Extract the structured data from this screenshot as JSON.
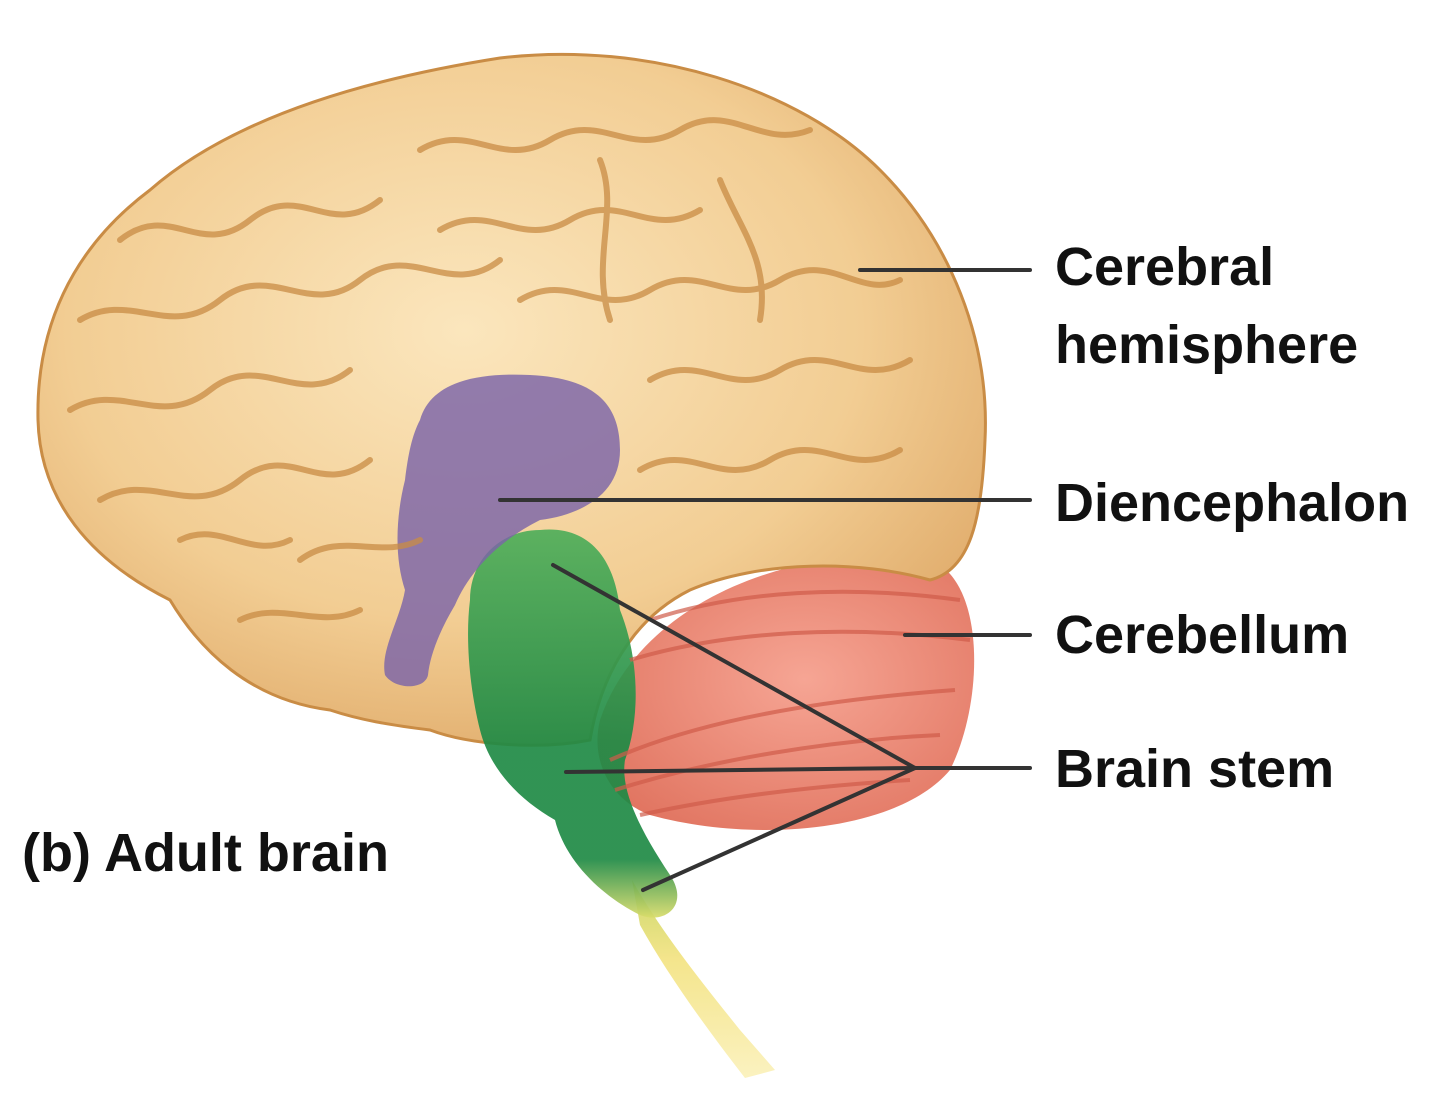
{
  "figure": {
    "caption": "(b) Adult brain",
    "labels": {
      "cerebral_line1": "Cerebral",
      "cerebral_line2": "hemisphere",
      "diencephalon": "Diencephalon",
      "cerebellum": "Cerebellum",
      "brain_stem": "Brain stem"
    }
  },
  "colors": {
    "cerebrum": "#f0c98e",
    "cerebrum_fold": "#c98c45",
    "diencephalon": "#7b64a8",
    "cerebellum": "#ee8a78",
    "brain_stem": "#2e9a4e",
    "spinal_cord": "#f2e48a",
    "leader_line": "#333333",
    "text": "#111111"
  }
}
